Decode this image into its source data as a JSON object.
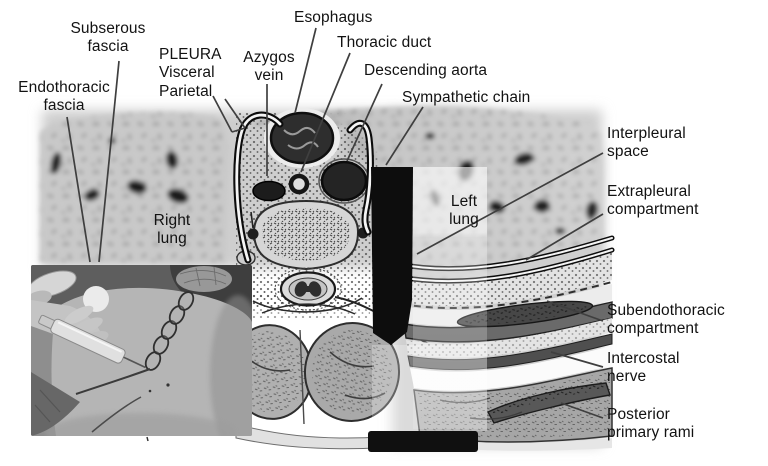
{
  "figure": {
    "colors": {
      "ink": "#121212",
      "leader_line": "#3f3f3f",
      "lung_gray": "#c9c9c9",
      "highlight_bar": "#0d0d0d"
    }
  },
  "labels": {
    "subserous_fascia": {
      "text": "Subserous\nfascia"
    },
    "endothoracic_fascia": {
      "text": "Endothoracic\nfascia"
    },
    "pleura": {
      "text": "PLEURA\nVisceral\nParietal"
    },
    "azygos_vein": {
      "text": "Azygos\nvein"
    },
    "esophagus": {
      "text": "Esophagus"
    },
    "thoracic_duct": {
      "text": "Thoracic duct"
    },
    "descending_aorta": {
      "text": "Descending aorta"
    },
    "sympathetic_chain": {
      "text": "Sympathetic chain"
    },
    "right_lung": {
      "text": "Right\nlung"
    },
    "left_lung": {
      "text": "Left\nlung"
    },
    "interpleural_space": {
      "text": "Interpleural\nspace"
    },
    "extrapleural_compartment": {
      "text": "Extrapleural\ncompartment"
    },
    "subendothoracic_compartment": {
      "text": "Subendothoracic\ncompartment"
    },
    "intercostal_nerve": {
      "text": "Intercostal\nnerve"
    },
    "posterior_primary_rami": {
      "text": "Posterior\nprimary rami"
    }
  }
}
